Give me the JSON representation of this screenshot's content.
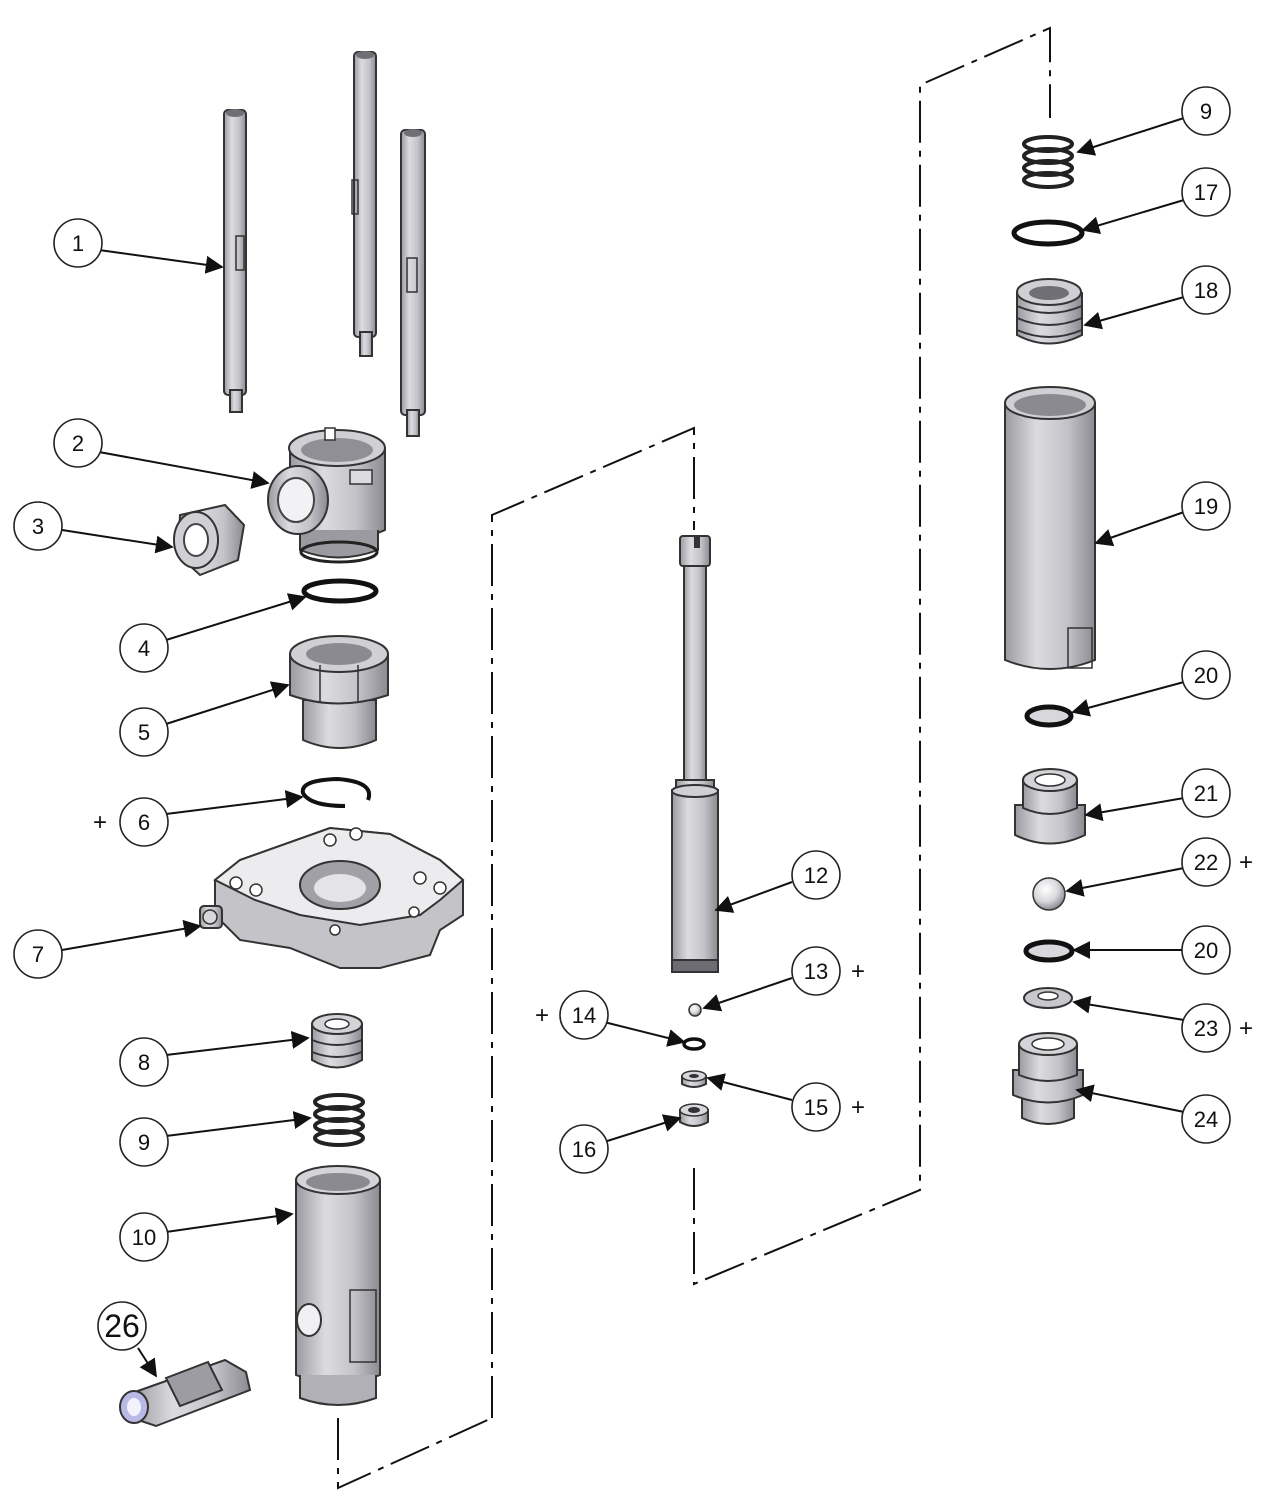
{
  "diagram": {
    "callouts": [
      {
        "id": "c1",
        "label": "1",
        "plus": ""
      },
      {
        "id": "c2",
        "label": "2",
        "plus": ""
      },
      {
        "id": "c3",
        "label": "3",
        "plus": ""
      },
      {
        "id": "c4",
        "label": "4",
        "plus": ""
      },
      {
        "id": "c5",
        "label": "5",
        "plus": ""
      },
      {
        "id": "c6",
        "label": "6",
        "plus": "+"
      },
      {
        "id": "c7",
        "label": "7",
        "plus": ""
      },
      {
        "id": "c8",
        "label": "8",
        "plus": ""
      },
      {
        "id": "c9a",
        "label": "9",
        "plus": ""
      },
      {
        "id": "c10",
        "label": "10",
        "plus": ""
      },
      {
        "id": "c26",
        "label": "26",
        "plus": ""
      },
      {
        "id": "c12",
        "label": "12",
        "plus": ""
      },
      {
        "id": "c13",
        "label": "13",
        "plus": "+"
      },
      {
        "id": "c14",
        "label": "14",
        "plus": "+"
      },
      {
        "id": "c15",
        "label": "15",
        "plus": "+"
      },
      {
        "id": "c16",
        "label": "16",
        "plus": ""
      },
      {
        "id": "c9b",
        "label": "9",
        "plus": ""
      },
      {
        "id": "c17",
        "label": "17",
        "plus": ""
      },
      {
        "id": "c18",
        "label": "18",
        "plus": ""
      },
      {
        "id": "c19",
        "label": "19",
        "plus": ""
      },
      {
        "id": "c20a",
        "label": "20",
        "plus": ""
      },
      {
        "id": "c21",
        "label": "21",
        "plus": ""
      },
      {
        "id": "c22",
        "label": "22",
        "plus": "+"
      },
      {
        "id": "c20b",
        "label": "20",
        "plus": ""
      },
      {
        "id": "c23",
        "label": "23",
        "plus": "+"
      },
      {
        "id": "c24",
        "label": "24",
        "plus": ""
      }
    ]
  },
  "colors": {
    "part_fill": "#c9c9cd",
    "part_light": "#e6e6e8",
    "part_dark": "#8e8e94",
    "line": "#111111",
    "accent_blue": "#b9b9e6"
  }
}
